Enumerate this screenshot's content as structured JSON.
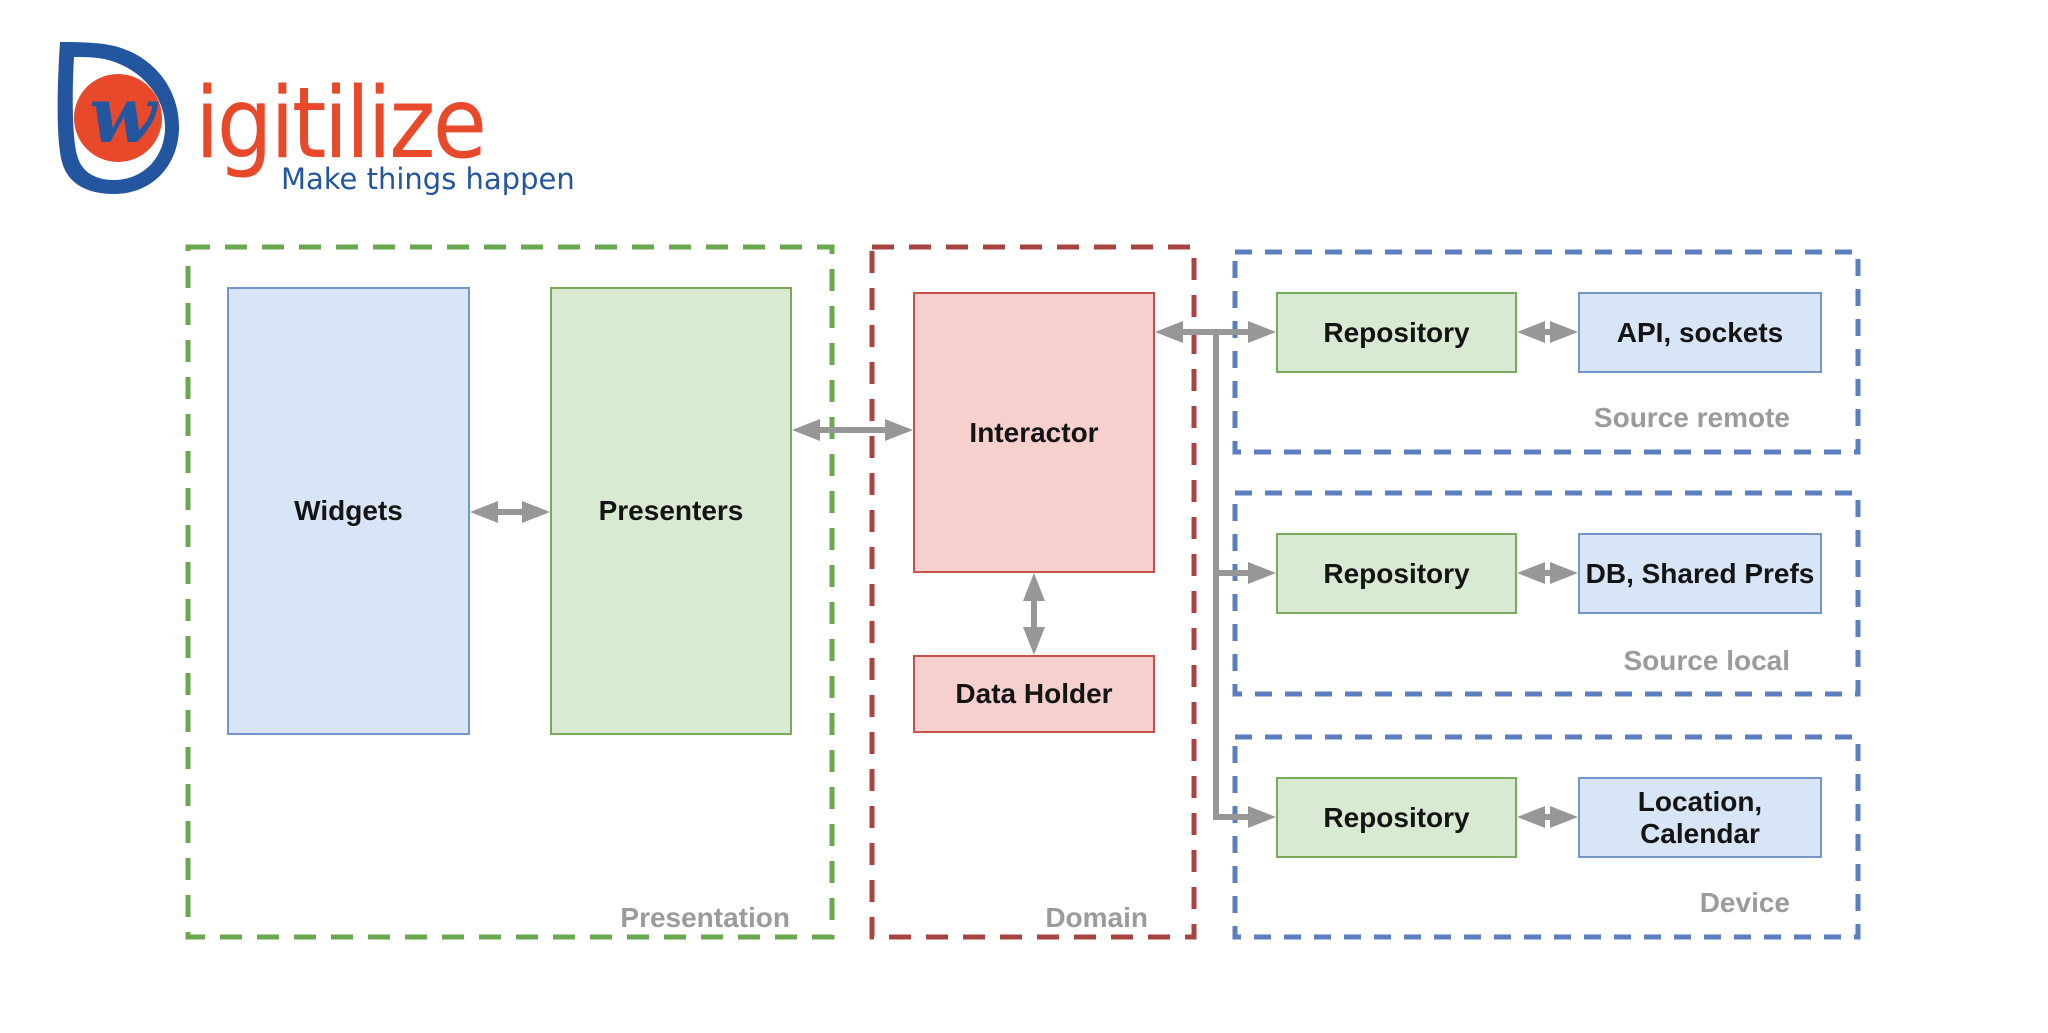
{
  "logo": {
    "monogram": "w",
    "brand_suffix": "igitilize",
    "tagline": "Make things happen"
  },
  "diagram": {
    "presentation": {
      "label": "Presentation",
      "widgets_label": "Widgets",
      "presenters_label": "Presenters"
    },
    "domain": {
      "label": "Domain",
      "interactor_label": "Interactor",
      "data_holder_label": "Data Holder"
    },
    "data_groups": [
      {
        "label": "Source remote",
        "repository_label": "Repository",
        "source_label": "API, sockets"
      },
      {
        "label": "Source local",
        "repository_label": "Repository",
        "source_label": "DB, Shared Prefs"
      },
      {
        "label": "Device",
        "repository_label": "Repository",
        "source_label": "Location, Calendar"
      }
    ]
  },
  "colors": {
    "logo_blue": "#2456a0",
    "logo_orange": "#e8492a",
    "box_blue_fill": "#d8e5f7",
    "box_blue_stroke": "#7396c8",
    "box_green_fill": "#d9ead3",
    "box_green_stroke": "#79a95f",
    "box_red_fill": "#f6d0cd",
    "box_red_stroke": "#c5524a",
    "dash_green": "#69a84f",
    "dash_red": "#a84440",
    "dash_blue": "#5b7ec0",
    "arrow": "#979797",
    "zone_label": "#9b9b9b",
    "text": "#141414"
  }
}
